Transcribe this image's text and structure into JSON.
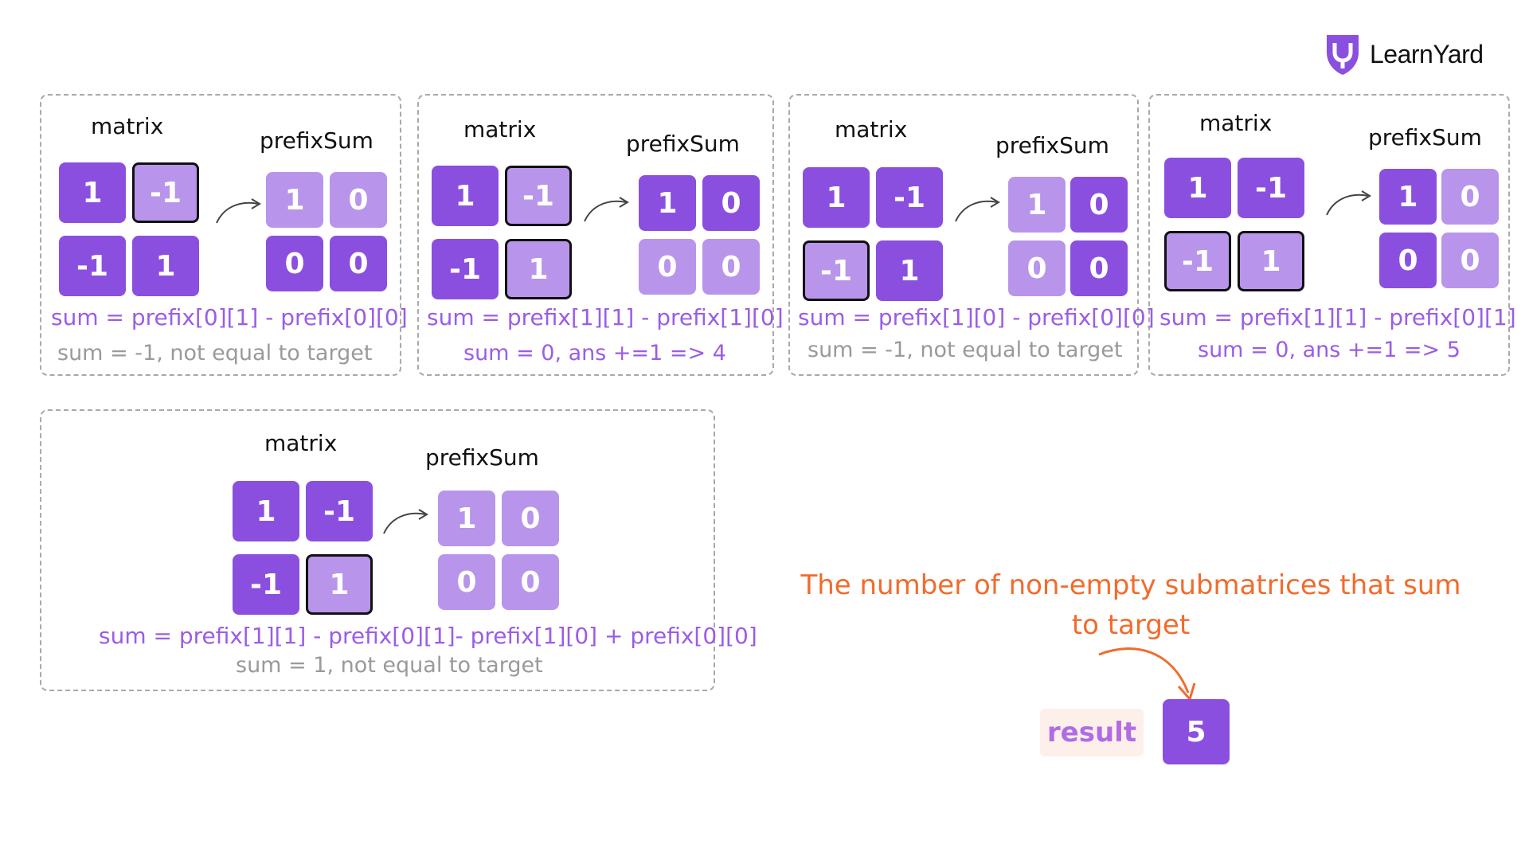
{
  "brand": {
    "name": "LearnYard"
  },
  "colors": {
    "dark": "#8b4fe0",
    "light": "#b895ea",
    "formula": "#9b5de5",
    "note_gray": "#9a9a9a",
    "description": "#f26b2c"
  },
  "panels": [
    {
      "matrix_title": "matrix",
      "prefix_title": "prefixSum",
      "matrix": [
        "1",
        "-1",
        "-1",
        "1"
      ],
      "prefix": [
        "1",
        "0",
        "0",
        "0"
      ],
      "formula": "sum = prefix[0][1] - prefix[0][0]",
      "note": "sum = -1,   not equal to target"
    },
    {
      "matrix_title": "matrix",
      "prefix_title": "prefixSum",
      "matrix": [
        "1",
        "-1",
        "-1",
        "1"
      ],
      "prefix": [
        "1",
        "0",
        "0",
        "0"
      ],
      "formula": "sum = prefix[1][1] - prefix[1][0]",
      "note": "sum = 0,   ans +=1 => 4"
    },
    {
      "matrix_title": "matrix",
      "prefix_title": "prefixSum",
      "matrix": [
        "1",
        "-1",
        "-1",
        "1"
      ],
      "prefix": [
        "1",
        "0",
        "0",
        "0"
      ],
      "formula": "sum = prefix[1][0] - prefix[0][0]",
      "note": "sum = -1,   not equal to target"
    },
    {
      "matrix_title": "matrix",
      "prefix_title": "prefixSum",
      "matrix": [
        "1",
        "-1",
        "-1",
        "1"
      ],
      "prefix": [
        "1",
        "0",
        "0",
        "0"
      ],
      "formula": "sum = prefix[1][1] - prefix[0][1]",
      "note": "sum = 0,   ans +=1 => 5"
    },
    {
      "matrix_title": "matrix",
      "prefix_title": "prefixSum",
      "matrix": [
        "1",
        "-1",
        "-1",
        "1"
      ],
      "prefix": [
        "1",
        "0",
        "0",
        "0"
      ],
      "formula": "sum = prefix[1][1] - prefix[0][1]- prefix[1][0] + prefix[0][0]",
      "note": "sum = 1,   not equal to target"
    }
  ],
  "description": "The number of non-empty submatrices that sum to target",
  "result": {
    "label": "result",
    "value": "5"
  }
}
